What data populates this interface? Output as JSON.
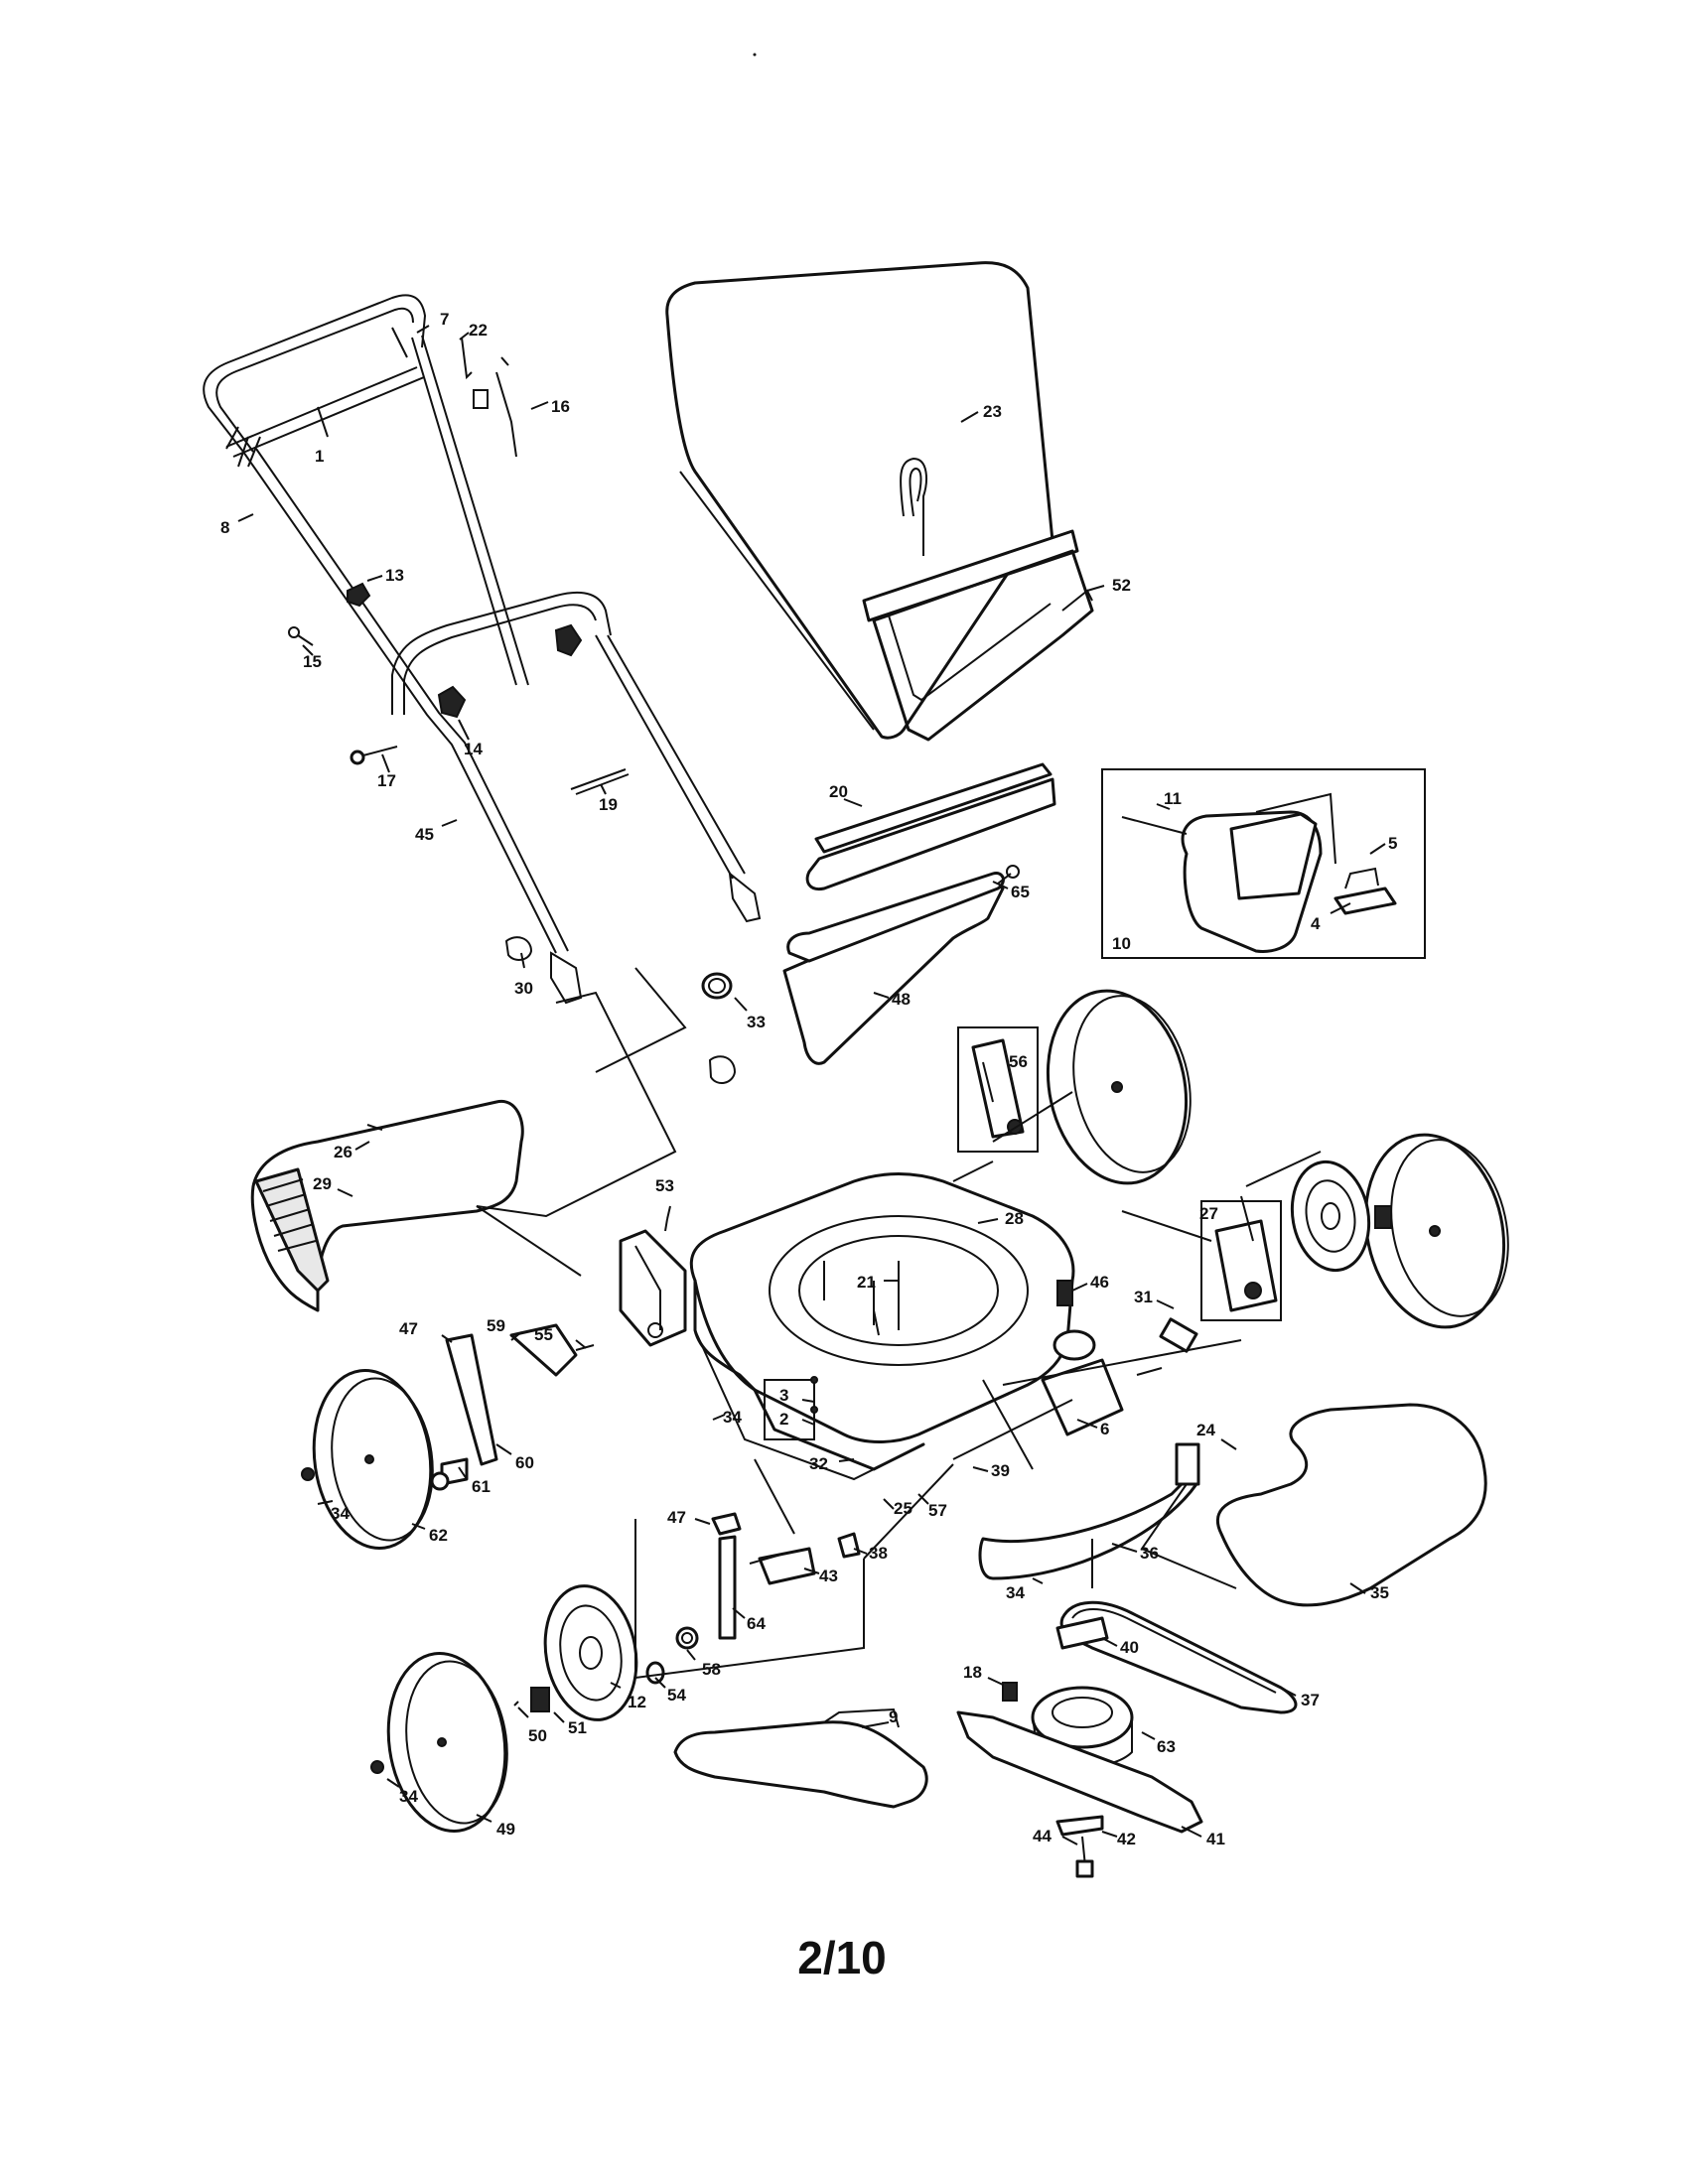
{
  "page": {
    "number": "2/10"
  },
  "callouts": [
    "1",
    "2",
    "3",
    "4",
    "5",
    "6",
    "7",
    "8",
    "9",
    "10",
    "11",
    "12",
    "13",
    "14",
    "15",
    "16",
    "17",
    "18",
    "19",
    "20",
    "21",
    "22",
    "23",
    "24",
    "25",
    "26",
    "27",
    "28",
    "29",
    "30",
    "31",
    "32",
    "33",
    "34",
    "35",
    "36",
    "37",
    "38",
    "39",
    "40",
    "41",
    "42",
    "43",
    "44",
    "45",
    "46",
    "47",
    "48",
    "49",
    "50",
    "51",
    "52",
    "53",
    "54",
    "55",
    "56",
    "57",
    "58",
    "59",
    "60",
    "61",
    "62",
    "63",
    "64",
    "65"
  ]
}
